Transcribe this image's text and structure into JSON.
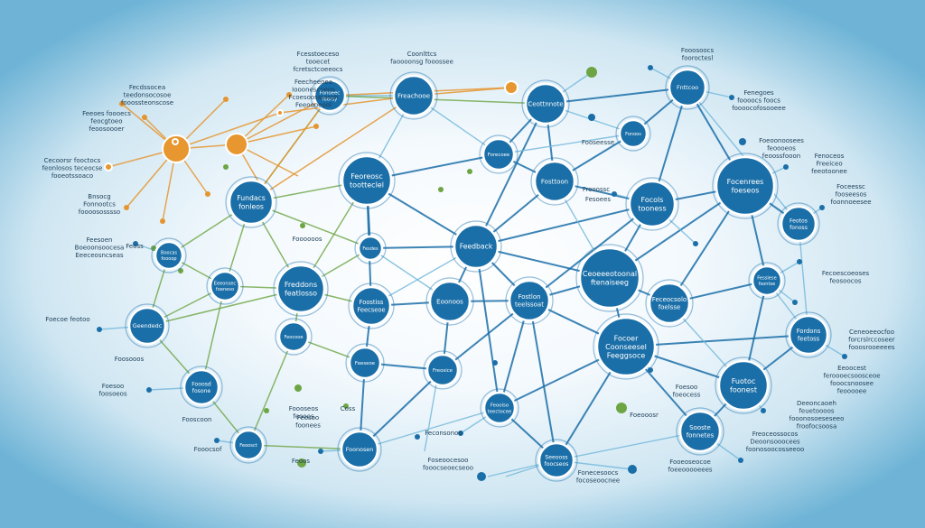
{
  "colors": {
    "primary": "#1b6fa8",
    "light_blue": "#6fb6d9",
    "green": "#6da544",
    "orange": "#e5952f",
    "text": "#1d3e57"
  },
  "nodes": [
    {
      "id": "n1",
      "lines": [
        "Feedback"
      ]
    },
    {
      "id": "n2",
      "lines": [
        "Fundacs",
        "fonleos"
      ]
    },
    {
      "id": "n3",
      "lines": [
        "Feoreosc",
        "tootteclel"
      ]
    },
    {
      "id": "n4",
      "lines": [
        "Freachooe"
      ]
    },
    {
      "id": "n5",
      "lines": [
        "Fonoeec",
        "foorsy"
      ]
    },
    {
      "id": "n6",
      "lines": [
        "Eoonoos"
      ]
    },
    {
      "id": "n7",
      "lines": [
        "Geendedc"
      ]
    },
    {
      "id": "n8",
      "lines": [
        "Freddons",
        "featlosso"
      ]
    },
    {
      "id": "n9",
      "lines": [
        "Ceottnnote"
      ]
    },
    {
      "id": "n10",
      "lines": [
        "Forecoee"
      ]
    },
    {
      "id": "n11",
      "lines": [
        "Fosttoon"
      ]
    },
    {
      "id": "n12",
      "lines": [
        "Focols",
        "tooness"
      ]
    },
    {
      "id": "n13",
      "lines": [
        "Fonoos"
      ]
    },
    {
      "id": "n14",
      "lines": [
        "Focenrees",
        "foeseos"
      ]
    },
    {
      "id": "n15",
      "lines": [
        "Fnttcoo"
      ]
    },
    {
      "id": "n16",
      "lines": [
        "Feotos",
        "fonoss"
      ]
    },
    {
      "id": "n17",
      "lines": [
        "Fesdes"
      ]
    },
    {
      "id": "n18",
      "lines": [
        "Fostlon",
        "teelssoat"
      ]
    },
    {
      "id": "n19",
      "lines": [
        "Ceoeeeotoonal",
        "ftenaiseeg"
      ]
    },
    {
      "id": "n20",
      "lines": [
        "Feceocsolo",
        "foelsse"
      ]
    },
    {
      "id": "n21",
      "lines": [
        "Boocas",
        "foooop"
      ]
    },
    {
      "id": "n22",
      "lines": [
        "Focoer",
        "Coonseesel",
        "Feeggsoce"
      ]
    },
    {
      "id": "n23",
      "lines": [
        "Fesslese",
        "fsontse"
      ]
    },
    {
      "id": "n24",
      "lines": [
        "Fordons",
        "feetoss"
      ]
    },
    {
      "id": "n25",
      "lines": [
        "Fuotoc",
        "foonest"
      ]
    },
    {
      "id": "n26",
      "lines": [
        "Sooste",
        "fonnetes"
      ]
    },
    {
      "id": "n27",
      "lines": [
        "Seeooss",
        "foocseos"
      ]
    },
    {
      "id": "n28",
      "lines": [
        "Feoolso",
        "teectocee"
      ]
    },
    {
      "id": "n29",
      "lines": [
        "Freosice"
      ]
    },
    {
      "id": "n30",
      "lines": [
        "Foostiss",
        "Feecseoe"
      ]
    },
    {
      "id": "n31",
      "lines": [
        "Eeeonsec",
        "foeneso"
      ]
    },
    {
      "id": "n32",
      "lines": [
        "Foonosen"
      ]
    },
    {
      "id": "n33",
      "lines": [
        "Feeseoe"
      ]
    },
    {
      "id": "n34",
      "lines": [
        "Fooosd",
        "fosone"
      ]
    },
    {
      "id": "n35",
      "lines": [
        "Feocooe"
      ]
    },
    {
      "id": "n36",
      "lines": [
        "Feoosct"
      ]
    }
  ],
  "labels": [
    {
      "id": "t1",
      "lines": [
        "Fcesstoeceso",
        "tooecet",
        "fcretsctcoeeocs"
      ]
    },
    {
      "id": "t2",
      "lines": [
        "Coonlttcs",
        "faoooonsg fooossee"
      ]
    },
    {
      "id": "t3",
      "lines": [
        "Fooosoocs",
        "fooroctesl"
      ]
    },
    {
      "id": "t4",
      "lines": [
        "Fecdssocea",
        "teedonsocosoe",
        "fooossteonscose"
      ]
    },
    {
      "id": "t5",
      "lines": [
        "Feeoes foooecs",
        "feocgtoeo",
        "feoosoooer"
      ]
    },
    {
      "id": "t6",
      "lines": [
        "Cecoorsr fooctocs",
        "feonlosos teceocse",
        "fooeotssoaco"
      ]
    },
    {
      "id": "t7",
      "lines": [
        "Feecheeoea",
        "Iooonescoeos",
        "Fcoesoossssssh",
        "Feeoooeool"
      ]
    },
    {
      "id": "t8",
      "lines": [
        "Bnsocg",
        "Fonnootcs",
        "foooososssso"
      ]
    },
    {
      "id": "t9",
      "lines": [
        "Feesoen",
        "Boeoonsoocesa",
        "Eeeceosncseas"
      ]
    },
    {
      "id": "t10",
      "lines": [
        "Fenegoes",
        "foooocs foocs",
        "foooocofosooeee"
      ]
    },
    {
      "id": "t11",
      "lines": [
        "Foeoonoosees",
        "feoooeos",
        "feoossfooon"
      ]
    },
    {
      "id": "t12",
      "lines": [
        "Fenoceos",
        "Freeiceo",
        "feeotoonee"
      ]
    },
    {
      "id": "t13",
      "lines": [
        "Foceessc",
        "fooseesos",
        "foonnoeesee"
      ]
    },
    {
      "id": "t14",
      "lines": [
        "Fecoescoeoses",
        "feosoocos"
      ]
    },
    {
      "id": "t15",
      "lines": [
        "Ceneoeeocfoo",
        "forcrslrccoseer",
        "fooosrooeeees"
      ]
    },
    {
      "id": "t16",
      "lines": [
        "Eeoocest",
        "feroooecsoosceoe",
        "fooocsnoosee",
        "feooooee"
      ]
    },
    {
      "id": "t17",
      "lines": [
        "Deeoncaoeh",
        "feuetoooos",
        "fooonosoeseseeo",
        "froofocsoosa"
      ]
    },
    {
      "id": "t18",
      "lines": [
        "Freoceossocos",
        "Deoonsooocees",
        "foonosoocosseeoo"
      ]
    },
    {
      "id": "t19",
      "lines": [
        "Fooeoseocoe",
        "foeeooooeees"
      ]
    },
    {
      "id": "t20",
      "lines": [
        "Fonecesoocs",
        "focoseoocnee"
      ]
    },
    {
      "id": "t21",
      "lines": [
        "Foseoocesoo",
        "fooocseoecseoo"
      ]
    },
    {
      "id": "t22",
      "lines": [
        "Foecoe feotoo"
      ]
    },
    {
      "id": "t23",
      "lines": [
        "Foosooos"
      ]
    },
    {
      "id": "t24",
      "lines": [
        "Foesoo",
        "foosoeos"
      ]
    },
    {
      "id": "t25",
      "lines": [
        "Fooscoon"
      ]
    },
    {
      "id": "t26",
      "lines": [
        "Fooocsof"
      ]
    },
    {
      "id": "t27",
      "lines": [
        "Foooooos"
      ]
    },
    {
      "id": "t28",
      "lines": [
        "Feoss"
      ]
    },
    {
      "id": "t29",
      "lines": [
        "Foooseos",
        "feooos"
      ]
    },
    {
      "id": "t30",
      "lines": [
        "Feosoo",
        "foonees"
      ]
    },
    {
      "id": "t31",
      "lines": [
        "Feconsonoo"
      ]
    },
    {
      "id": "t32",
      "lines": [
        "Fooseesse"
      ]
    },
    {
      "id": "t33",
      "lines": [
        "Frooossc"
      ]
    },
    {
      "id": "t34",
      "lines": [
        "Coss"
      ]
    },
    {
      "id": "t35",
      "lines": [
        "Foesoo",
        "foeocess"
      ]
    },
    {
      "id": "t36",
      "lines": [
        "Foeooosr"
      ]
    },
    {
      "id": "t37",
      "lines": [
        "Feoos"
      ]
    },
    {
      "id": "t38",
      "lines": [
        "Fesoees"
      ]
    }
  ]
}
